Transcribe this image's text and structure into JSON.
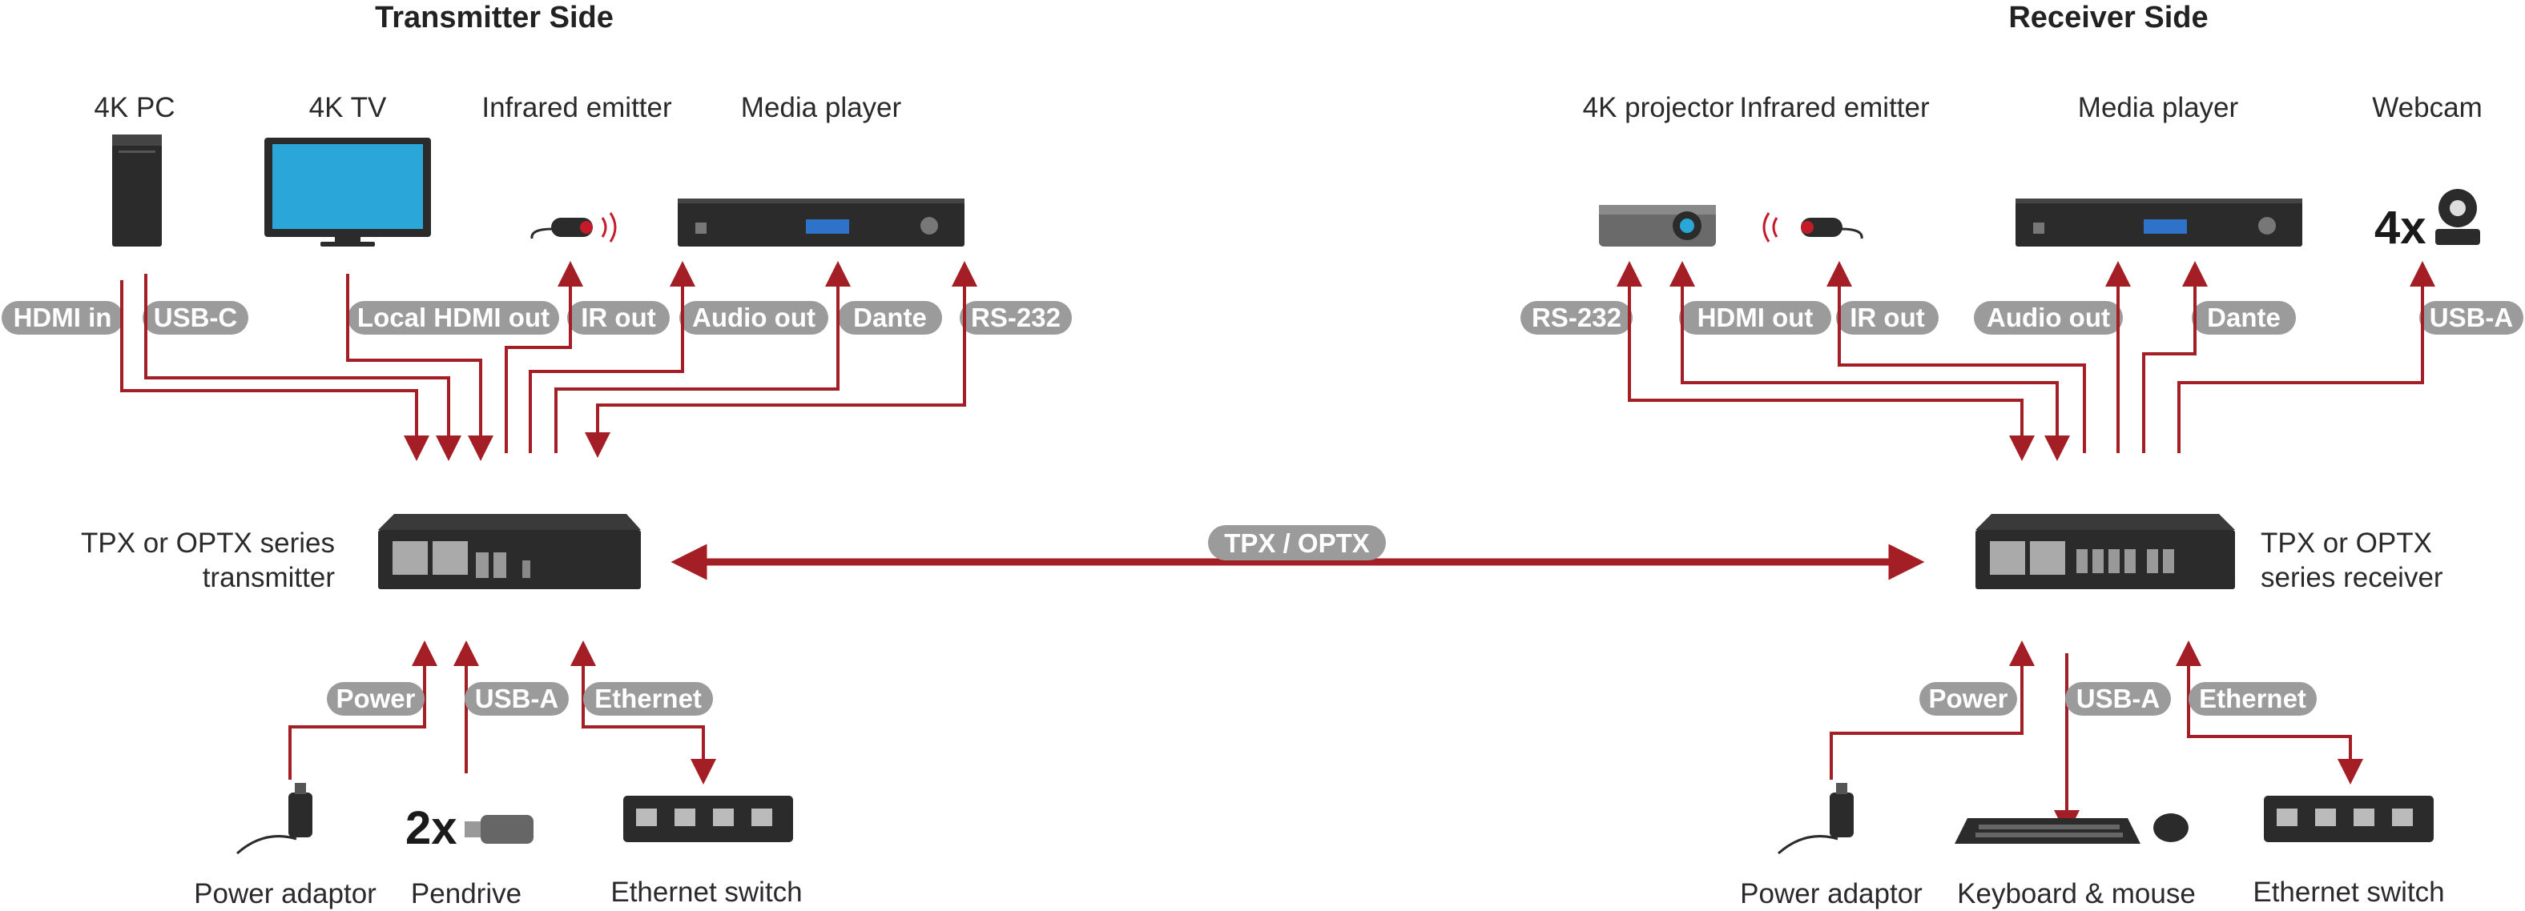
{
  "titles": {
    "transmitter": "Transmitter Side",
    "receiver": "Receiver Side"
  },
  "link_label": "TPX / OPTX",
  "transmitter": {
    "unit_label_line1": "TPX or OPTX series",
    "unit_label_line2": "transmitter",
    "top_devices": {
      "pc": "4K PC",
      "tv": "4K TV",
      "ir": "Infrared emitter",
      "media": "Media player"
    },
    "top_ports": {
      "hdmi_in": "HDMI in",
      "usb_c": "USB-C",
      "local_hdmi": "Local HDMI out",
      "ir_out": "IR out",
      "audio_out": "Audio out",
      "dante": "Dante",
      "rs232": "RS-232"
    },
    "bottom_ports": {
      "power": "Power",
      "usb_a": "USB-A",
      "ethernet": "Ethernet"
    },
    "bottom_devices": {
      "power": "Power adaptor",
      "pendrive": "Pendrive",
      "switch": "Ethernet switch"
    },
    "pendrive_multiplier": "2x"
  },
  "receiver": {
    "unit_label_line1": "TPX or OPTX",
    "unit_label_line2": "series receiver",
    "top_devices": {
      "projector": "4K projector",
      "ir": "Infrared emitter",
      "media": "Media player",
      "webcam": "Webcam"
    },
    "top_ports": {
      "rs232": "RS-232",
      "hdmi_out": "HDMI out",
      "ir_out": "IR out",
      "audio_out": "Audio out",
      "dante": "Dante",
      "usb_a": "USB-A"
    },
    "bottom_ports": {
      "power": "Power",
      "usb_a": "USB-A",
      "ethernet": "Ethernet"
    },
    "bottom_devices": {
      "power": "Power adaptor",
      "keyboard": "Keyboard & mouse",
      "switch": "Ethernet switch"
    },
    "webcam_multiplier": "4x"
  },
  "colors": {
    "wire": "#a31f25",
    "pill": "#9b9b9b",
    "device": "#2b2b2b"
  }
}
